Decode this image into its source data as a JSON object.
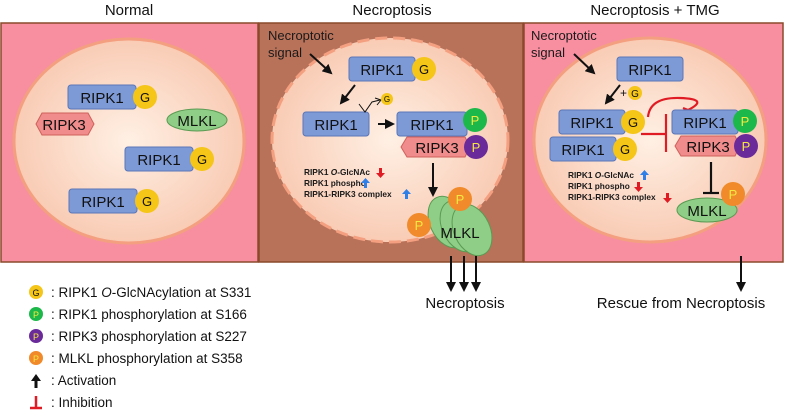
{
  "panels": [
    {
      "title": "Normal",
      "proteins": [
        "RIPK1",
        "RIPK3",
        "MLKL",
        "RIPK1",
        "RIPK1"
      ],
      "badges": [
        "G",
        "G",
        "G"
      ]
    },
    {
      "title": "Necroptosis",
      "signal_label_1": "Necroptotic",
      "signal_label_2": "signal",
      "proteins": [
        "RIPK1",
        "RIPK1",
        "RIPK1",
        "RIPK3",
        "MLKL"
      ],
      "badges": [
        "G",
        "G",
        "P",
        "P",
        "P",
        "P"
      ],
      "notes": [
        {
          "text": "RIPK1 ",
          "italic": "O",
          "rest": "-GlcNAc",
          "trend": "down"
        },
        {
          "text": "RIPK1 phospho",
          "trend": "up"
        },
        {
          "text": "RIPK1-RIPK3 complex",
          "trend": "up"
        }
      ],
      "outcome": "Necroptosis"
    },
    {
      "title": "Necroptosis + TMG",
      "signal_label_1": "Necroptotic",
      "signal_label_2": "signal",
      "plus_label": "+",
      "proteins": [
        "RIPK1",
        "RIPK1",
        "RIPK1",
        "RIPK1",
        "RIPK3",
        "MLKL"
      ],
      "badges": [
        "G",
        "G",
        "G",
        "P",
        "P",
        "P"
      ],
      "notes": [
        {
          "text": "RIPK1 ",
          "italic": "O",
          "rest": "-GlcNAc",
          "trend": "up"
        },
        {
          "text": "RIPK1 phospho",
          "trend": "down"
        },
        {
          "text": "RIPK1-RIPK3 complex",
          "trend": "down"
        }
      ],
      "outcome": "Rescue from Necroptosis"
    }
  ],
  "legend": [
    {
      "badge": "G",
      "color": "#f5c518",
      "text_pre": ": RIPK1 ",
      "text_italic": "O",
      "text_post": "-GlcNAcylation at S331"
    },
    {
      "badge": "P",
      "color": "#1db84a",
      "text_pre": ": RIPK1 phosphorylation at S166"
    },
    {
      "badge": "P",
      "color": "#6a2a9a",
      "text_pre": ": RIPK3 phosphorylation at S227"
    },
    {
      "badge": "P",
      "color": "#f08a2a",
      "text_pre": ": MLKL phosphorylation at S358"
    },
    {
      "symbol": "activation-arrow",
      "text_pre": ": Activation"
    },
    {
      "symbol": "inhibition-bar",
      "text_pre": ": Inhibition"
    }
  ],
  "colors": {
    "normal_bg": "#f78fa0",
    "necroptosis_bg": "#b9725a",
    "tmg_bg": "#f78fa0",
    "cell_fill": "#fde0cf",
    "ripk1": "#7e9ad6",
    "ripk3": "#f08c8c",
    "mlkl": "#8fce86",
    "glc": "#f5c518",
    "p_ripk1": "#1db84a",
    "p_ripk3": "#6a2a9a",
    "p_mlkl": "#f08a2a",
    "inhibit": "#e01b24",
    "up_arrow": "#2f7fe8",
    "down_arrow": "#e01b24"
  }
}
